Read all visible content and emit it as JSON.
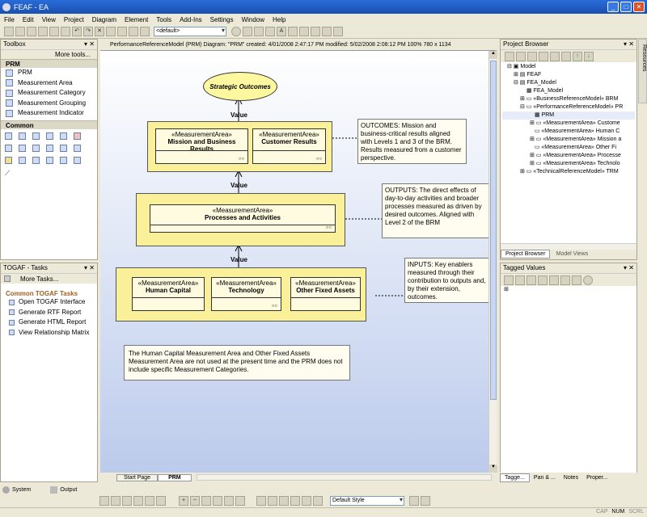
{
  "window": {
    "title": "FEAF - EA"
  },
  "menu": [
    "File",
    "Edit",
    "View",
    "Project",
    "Diagram",
    "Element",
    "Tools",
    "Add-Ins",
    "Settings",
    "Window",
    "Help"
  ],
  "toolbar": {
    "perspective": "<default>",
    "style": "Default Style"
  },
  "toolbox": {
    "title": "Toolbox",
    "more_tools": "More tools...",
    "prm_header": "PRM",
    "prm_items": [
      "PRM",
      "Measurement Area",
      "Measurement Category",
      "Measurement Grouping",
      "Measurement Indicator"
    ],
    "common_header": "Common"
  },
  "togaf": {
    "title": "TOGAF - Tasks",
    "more_tasks": "More Tasks...",
    "header": "Common TOGAF Tasks",
    "items": [
      "Open TOGAF Interface",
      "Generate RTF Report",
      "Generate HTML Report",
      "View Relationship Matrix"
    ]
  },
  "left_tabs": {
    "system": "System",
    "output": "Output"
  },
  "diagram": {
    "header": "PerformanceReferenceModel (PRM) Diagram: \"PRM\"   created: 4/01/2008 2:47:17 PM  modified: 5/02/2008 2:08:12 PM   100%   780 x 1134",
    "outcomes": "Strategic Outcomes",
    "value_label": "Value",
    "stereotype": "«MeasurementArea»",
    "mission": "Mission and Business Results",
    "customer": "Customer Results",
    "processes": "Processes and Activities",
    "human": "Human Capital",
    "technology": "Technology",
    "fixed": "Other Fixed Assets",
    "note_outcomes": "OUTCOMES: Mission and business-critical results aligned with Levels 1 and 3 of the BRM. Results measured from a customer perspective.",
    "note_outputs": "OUTPUTS: The direct effects of day-to-day activities and broader processes measured as driven by desired outcomes. Aligned with Level 2 of the BRM",
    "note_inputs": "INPUTS: Key enablers measured through their contribution to outputs and, by their extension,  outcomes.",
    "note_bottom": "The Human Capital Measurement Area and Other Fixed Assets Measurement Area are not used at the present time and the PRM does not include specific Measurement Categories.",
    "tabs": [
      "Start Page",
      "PRM"
    ]
  },
  "project_browser": {
    "title": "Project Browser",
    "tree": [
      "Model",
      "FEAF",
      "FEA_Model",
      "FEA_Model",
      "«BusinessReferenceModel» BRM",
      "«PerformanceReferenceModel» PR",
      "PRM",
      "«MeasurementArea» Custome",
      "«MeasurementArea» Human C",
      "«MeasurementArea» Mission a",
      "«MeasurementArea» Other Fi",
      "«MeasurementArea» Processe",
      "«MeasurementArea» Technolo",
      "«TechnicalReferenceModel» TRM"
    ],
    "tabs": [
      "Project Browser",
      "Model Views"
    ]
  },
  "tagged_values": {
    "title": "Tagged Values",
    "tabs": [
      "Tagge...",
      "Pan & ...",
      "Notes",
      "Proper..."
    ]
  },
  "side_tab": "Resources",
  "status": {
    "caps": "CAP",
    "num": "NUM",
    "scrl": "SCRL"
  }
}
